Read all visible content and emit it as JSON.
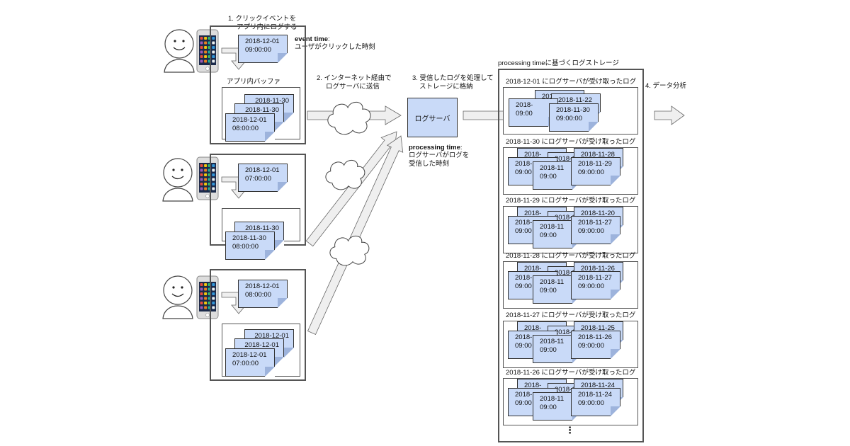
{
  "steps": {
    "step1_line1": "1. クリックイベントを",
    "step1_line2": "アプリ内にログする",
    "step2_line1": "2. インターネット経由で",
    "step2_line2": "ログサーバに送信",
    "step3_line1": "3. 受信したログを処理して",
    "step3_line2": "ストレージに格納",
    "step4": "4. データ分析"
  },
  "event_time": {
    "label": "event time",
    "colon": ":",
    "desc": "ユーザがクリックした時刻"
  },
  "processing_time": {
    "label": "processing time",
    "colon": ":",
    "desc_line1": "ログサーバがログを",
    "desc_line2": "受信した時刻"
  },
  "app_buffer_label": "アプリ内バッファ",
  "server_label": "ログサーバ",
  "storage_title": "processing timeに基づくログストレージ",
  "users": [
    {
      "event": [
        "2018-12-01",
        "09:00:00"
      ],
      "buffer": [
        [
          "2018-11-30"
        ],
        [
          "2018-11-30"
        ],
        [
          "2018-12-01",
          "08:00:00"
        ]
      ]
    },
    {
      "event": [
        "2018-12-01",
        "07:00:00"
      ],
      "buffer": [
        [
          "2018-11-30"
        ],
        [
          "2018-11-30",
          "08:00:00"
        ]
      ]
    },
    {
      "event": [
        "2018-12-01",
        "08:00:00"
      ],
      "buffer": [
        [
          "2018-12-01"
        ],
        [
          "2018-12-01"
        ],
        [
          "2018-12-01",
          "07:00:00"
        ]
      ]
    }
  ],
  "storage_groups": [
    {
      "title": "2018-12-01 にログサーバが受け取ったログ",
      "cards": [
        [
          "2018-"
        ],
        [
          "2018-11-22"
        ],
        [
          "2018-",
          "09:00"
        ],
        [
          "2018-11-30",
          "09:00:00"
        ]
      ]
    },
    {
      "title": "2018-11-30 にログサーバが受け取ったログ",
      "cards": [
        [
          "2018-"
        ],
        [
          "2018-11"
        ],
        [
          "2018-11-28"
        ],
        [
          "2018-",
          "09:00"
        ],
        [
          "2018-11",
          "09:00"
        ],
        [
          "2018-11-29",
          "09:00:00"
        ]
      ]
    },
    {
      "title": "2018-11-29 にログサーバが受け取ったログ",
      "cards": [
        [
          "2018-"
        ],
        [
          "2018-11"
        ],
        [
          "2018-11-20"
        ],
        [
          "2018-",
          "09:00"
        ],
        [
          "2018-11",
          "09:00"
        ],
        [
          "2018-11-27",
          "09:00:00"
        ]
      ]
    },
    {
      "title": "2018-11-28 にログサーバが受け取ったログ",
      "cards": [
        [
          "2018-"
        ],
        [
          "2018-11"
        ],
        [
          "2018-11-26"
        ],
        [
          "2018-",
          "09:00"
        ],
        [
          "2018-11",
          "09:00"
        ],
        [
          "2018-11-27",
          "09:00:00"
        ]
      ]
    },
    {
      "title": "2018-11-27 にログサーバが受け取ったログ",
      "cards": [
        [
          "2018-"
        ],
        [
          "2018-11"
        ],
        [
          "2018-11-25"
        ],
        [
          "2018-",
          "09:00"
        ],
        [
          "2018-11",
          "09:00"
        ],
        [
          "2018-11-26",
          "09:00:00"
        ]
      ]
    },
    {
      "title": "2018-11-26 にログサーバが受け取ったログ",
      "cards": [
        [
          "2018-"
        ],
        [
          "2018-11"
        ],
        [
          "2018-11-24"
        ],
        [
          "2018-",
          "09:00"
        ],
        [
          "2018-11",
          "09:00"
        ],
        [
          "2018-11-24",
          "09:00:00"
        ]
      ]
    }
  ],
  "ellipsis": "⋮",
  "icons": {
    "person": "smiley-person-icon",
    "phone": "smartphone-icon",
    "cloud": "internet-cloud-icon",
    "arrow": "block-arrow-icon"
  },
  "colors": {
    "card_fill": "#c9daf8",
    "arrow_fill": "#efefef",
    "stroke": "#333333"
  }
}
